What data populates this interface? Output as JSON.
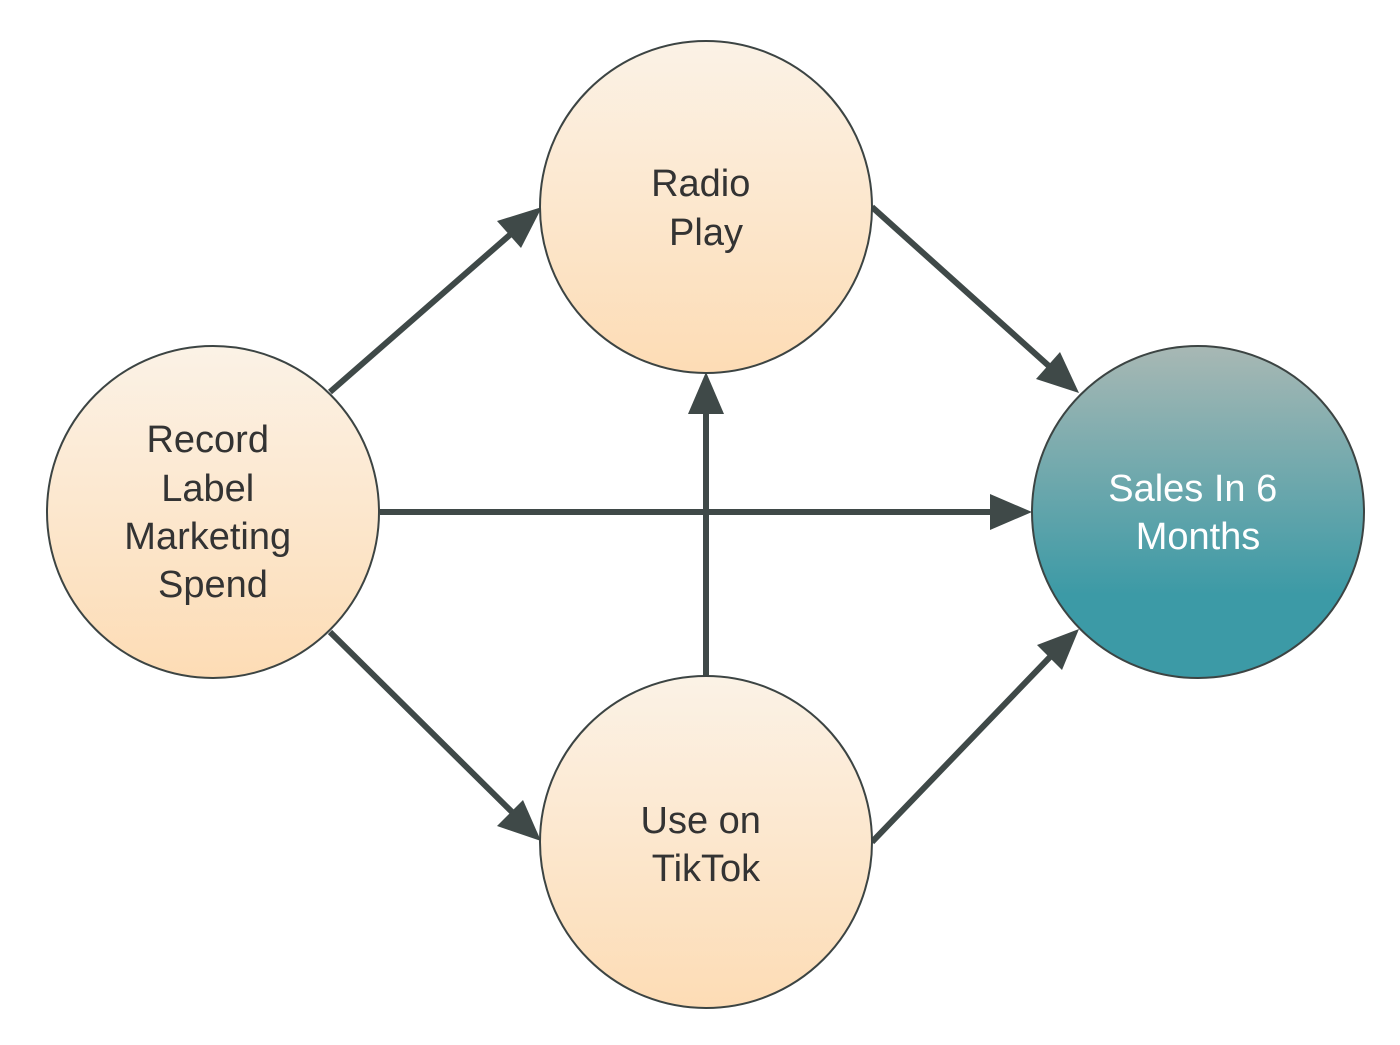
{
  "nodes": {
    "marketing": {
      "lines": [
        "Record",
        "Label",
        "Marketing",
        "Spend"
      ]
    },
    "radio": {
      "lines": [
        "Radio",
        "Play"
      ]
    },
    "tiktok": {
      "lines": [
        "Use on",
        "TikTok"
      ]
    },
    "sales": {
      "lines": [
        "Sales In 6",
        "Months"
      ]
    }
  },
  "edges": [
    {
      "from": "marketing",
      "to": "radio"
    },
    {
      "from": "marketing",
      "to": "sales"
    },
    {
      "from": "marketing",
      "to": "tiktok"
    },
    {
      "from": "radio",
      "to": "sales"
    },
    {
      "from": "tiktok",
      "to": "radio"
    },
    {
      "from": "tiktok",
      "to": "sales"
    }
  ],
  "colors": {
    "node_fill_top": "#fbf2e6",
    "node_fill_bottom": "#fddcb5",
    "outcome_fill_top": "#a8b8b4",
    "outcome_fill_bottom": "#3c9aa6",
    "node_text": "#333333",
    "outcome_text": "#ffffff",
    "edge": "#3f4948"
  }
}
